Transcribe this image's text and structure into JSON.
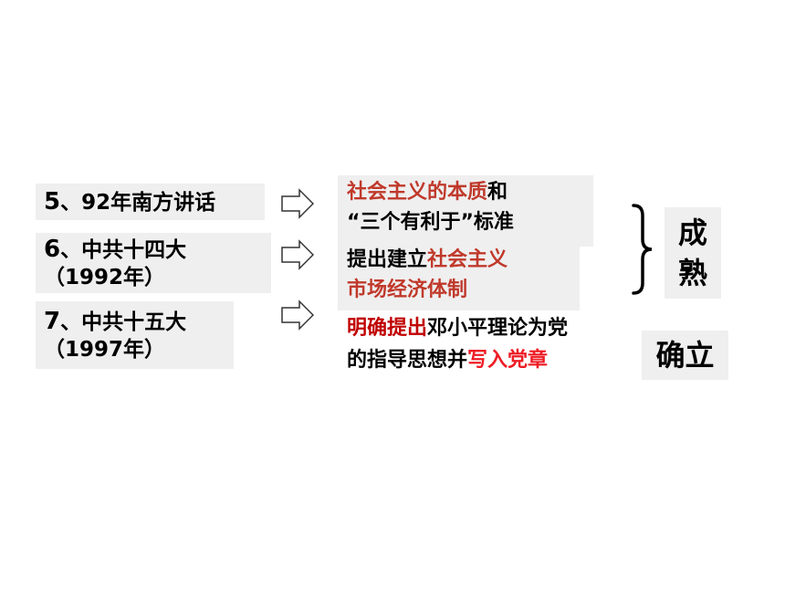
{
  "events": [
    {
      "num": "5",
      "text": "、92年南方讲话"
    },
    {
      "num": "6",
      "text": "、中共十四大",
      "line2": "（1992年）"
    },
    {
      "num": "7",
      "text": "、中共十五大",
      "line2": "（1997年）"
    }
  ],
  "content": {
    "line1_red": "社会主义的本质",
    "line1_black": "和",
    "line2": "“三个有利于”标准",
    "line3_black": "提出建立",
    "line3_red": "社会主义",
    "line4_red": "市场经济体制",
    "line5_red": "明确提出",
    "line5_black": "邓小平理论为党",
    "line6_black": "的指导思想并",
    "line6_red": "写入党章"
  },
  "labels": {
    "mature_1": "成",
    "mature_2": "熟",
    "establish": "确立"
  },
  "colors": {
    "box_bg": "#efefef",
    "accent_red": "#c00000",
    "bright_red": "#ee1c25"
  }
}
